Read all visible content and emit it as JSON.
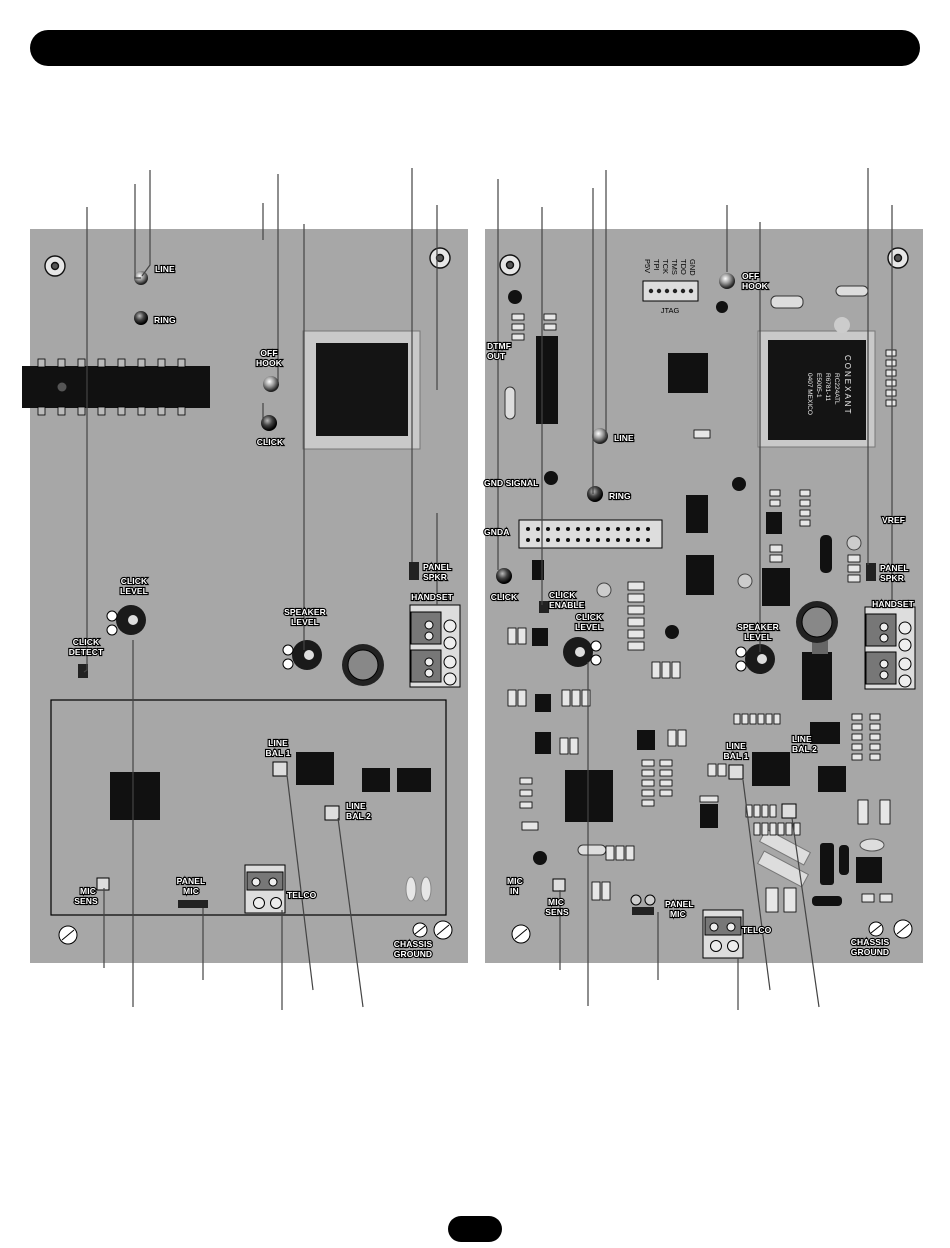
{
  "colors": {
    "board": "#a7a7a7",
    "ink": "#000000",
    "line": "#555555"
  },
  "left_board": {
    "labels": {
      "line": "LINE",
      "ring": "RING",
      "off_hook": [
        "OFF",
        "HOOK"
      ],
      "click": "CLICK",
      "click_level": [
        "CLICK",
        "LEVEL"
      ],
      "click_detect": [
        "CLICK",
        "DETECT"
      ],
      "speaker_level": [
        "SPEAKER",
        "LEVEL"
      ],
      "panel_spkr": [
        "PANEL",
        "SPKR"
      ],
      "handset": "HANDSET",
      "line_bal_1": [
        "LINE",
        "BAL 1"
      ],
      "line_bal_2": [
        "LINE",
        "BAL 2"
      ],
      "mic_sens": [
        "MIC",
        "SENS"
      ],
      "panel_mic": [
        "PANEL",
        "MIC"
      ],
      "telco": "TELCO",
      "chassis_ground": [
        "CHASSIS",
        "GROUND"
      ]
    }
  },
  "right_board": {
    "labels": {
      "dtmf_out": [
        "DTMF",
        "OUT"
      ],
      "line": "LINE",
      "ring": "RING",
      "gnd_signal": "GND SIGNAL",
      "gnda": "GNDA",
      "click": "CLICK",
      "click_enable": [
        "CLICK",
        "ENABLE"
      ],
      "click_level": [
        "CLICK",
        "LEVEL"
      ],
      "off_hook": [
        "OFF",
        "HOOK"
      ],
      "jtag": "JTAG",
      "jtag_pins": [
        "P5V",
        "TPI",
        "TCK",
        "TMS",
        "TDO",
        "GND"
      ],
      "vref": "VREF",
      "panel_spkr": [
        "PANEL",
        "SPKR"
      ],
      "handset": "HANDSET",
      "speaker_level": [
        "SPEAKER",
        "LEVEL"
      ],
      "line_bal_1": [
        "LINE",
        "BAL 1"
      ],
      "line_bal_2": [
        "LINE",
        "BAL 2"
      ],
      "mic_in": [
        "MIC",
        "IN"
      ],
      "mic_sens": [
        "MIC",
        "SENS"
      ],
      "panel_mic": [
        "PANEL",
        "MIC"
      ],
      "telco": "TELCO",
      "chassis_ground": [
        "CHASSIS",
        "GROUND"
      ]
    },
    "chip_marking": [
      "CONEXANT",
      "RC224ATL",
      "R6781-11",
      "E5005-1",
      "0407    MEXICO"
    ]
  }
}
